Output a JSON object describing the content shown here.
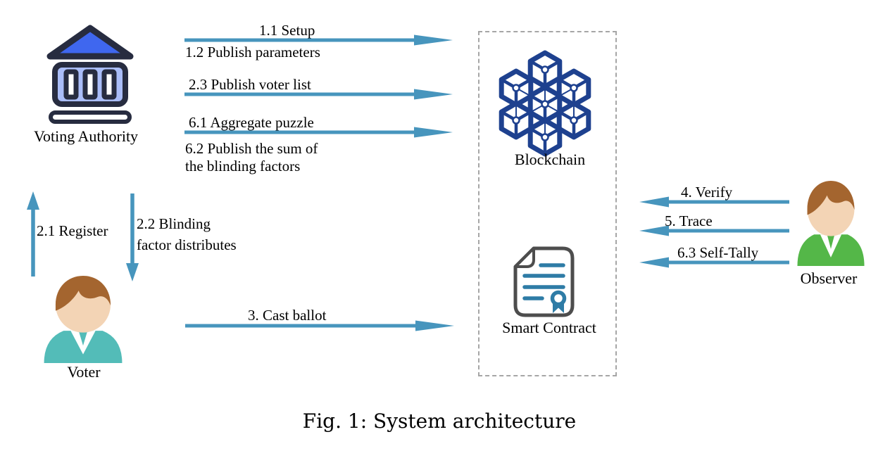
{
  "figure": {
    "caption": "Fig. 1: System architecture"
  },
  "nodes": {
    "voting_authority": {
      "label": "Voting Authority",
      "icon": "bank-building-icon"
    },
    "blockchain": {
      "label": "Blockchain",
      "icon": "blockchain-cubes-icon"
    },
    "smart_contract": {
      "label": "Smart Contract",
      "icon": "contract-document-icon"
    },
    "voter": {
      "label": "Voter",
      "icon": "person-icon"
    },
    "observer": {
      "label": "Observer",
      "icon": "person-icon"
    }
  },
  "edges": {
    "setup": {
      "from": "voting_authority",
      "to": "blockchain",
      "direction": "right",
      "line1": "1.1 Setup",
      "line2": "1.2 Publish parameters"
    },
    "publish_voter_list": {
      "from": "voting_authority",
      "to": "blockchain",
      "direction": "right",
      "line1": "2.3 Publish voter list"
    },
    "aggregate": {
      "from": "voting_authority",
      "to": "blockchain",
      "direction": "right",
      "line1": "6.1 Aggregate puzzle",
      "line2": "6.2 Publish the sum of",
      "line3": "the blinding factors"
    },
    "register": {
      "from": "voter",
      "to": "voting_authority",
      "direction": "up",
      "line1": "2.1 Register"
    },
    "blinding": {
      "from": "voting_authority",
      "to": "voter",
      "direction": "down",
      "line1": "2.2 Blinding",
      "line2": "factor distributes"
    },
    "cast_ballot": {
      "from": "voter",
      "to": "smart_contract",
      "direction": "right",
      "line1": "3. Cast ballot"
    },
    "verify": {
      "from": "observer",
      "to": "blockchain",
      "direction": "left",
      "line1": "4. Verify"
    },
    "trace": {
      "from": "observer",
      "to": "blockchain",
      "direction": "left",
      "line1": "5. Trace"
    },
    "self_tally": {
      "from": "observer",
      "to": "blockchain",
      "direction": "left",
      "line1": "6.3 Self-Tally"
    }
  },
  "colors": {
    "arrow": "#4795bd",
    "blockchain-navy": "#1e418f",
    "contract-gray": "#4d4d4d",
    "contract-blue": "#2e7ca6",
    "roof-blue": "#3f67ef",
    "building-light": "#aabdf8",
    "building-outline": "#272c40",
    "skin": "#f3d4b5",
    "hair": "#a4652f",
    "voter-shirt": "#53bcb8",
    "observer-shirt": "#54b748",
    "dash-gray": "#a6a6a6",
    "text": "#000000"
  }
}
